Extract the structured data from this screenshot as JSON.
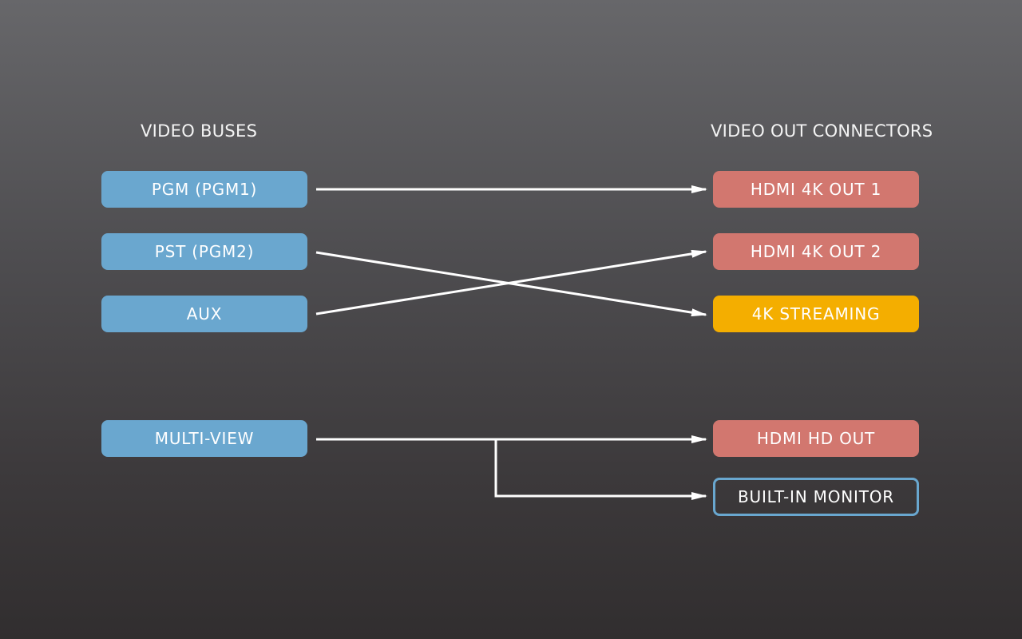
{
  "headings": {
    "left": "VIDEO BUSES",
    "right": "VIDEO OUT CONNECTORS"
  },
  "buses": [
    {
      "id": "pgm",
      "label": "PGM (PGM1)"
    },
    {
      "id": "pst",
      "label": "PST (PGM2)"
    },
    {
      "id": "aux",
      "label": "AUX"
    },
    {
      "id": "multiview",
      "label": "MULTI-VIEW"
    }
  ],
  "outputs": [
    {
      "id": "hdmi4k1",
      "label": "HDMI 4K OUT 1"
    },
    {
      "id": "hdmi4k2",
      "label": "HDMI 4K OUT 2"
    },
    {
      "id": "stream4k",
      "label": "4K STREAMING"
    },
    {
      "id": "hdmihd",
      "label": "HDMI HD OUT"
    },
    {
      "id": "monitor",
      "label": "BUILT-IN MONITOR"
    }
  ],
  "connections": [
    {
      "from": "PGM (PGM1)",
      "to": "HDMI 4K OUT 1"
    },
    {
      "from": "PST (PGM2)",
      "to": "4K STREAMING"
    },
    {
      "from": "AUX",
      "to": "HDMI 4K OUT 2"
    },
    {
      "from": "MULTI-VIEW",
      "to": "HDMI HD OUT"
    },
    {
      "from": "MULTI-VIEW",
      "to": "BUILT-IN MONITOR"
    }
  ],
  "colors": {
    "bus": "#6aa7cf",
    "hdmi_out": "#d2776f",
    "streaming": "#f4ae00",
    "monitor_border": "#69a7cf",
    "wire": "#ffffff"
  }
}
